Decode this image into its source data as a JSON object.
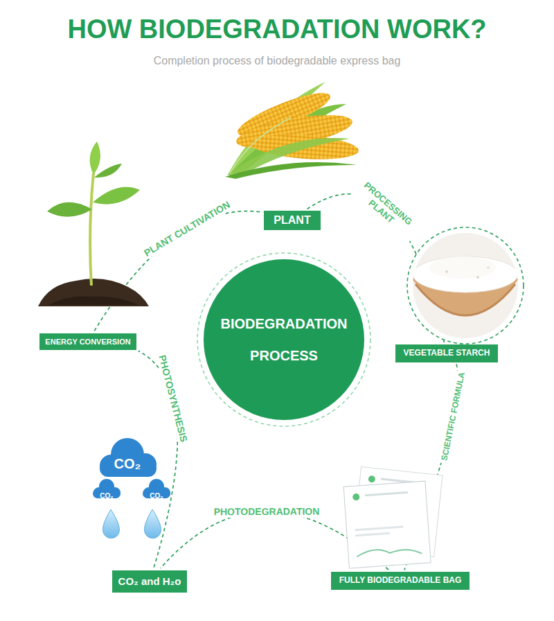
{
  "diagram": {
    "title": "HOW BIODEGRADATION WORK?",
    "caption": "Completion process of biodegradable express bag",
    "nodes": [
      {
        "text": [
          "PLANT"
        ]
      },
      {
        "text": [
          "ENERGY CONVERSION"
        ]
      },
      {
        "text": [
          "BIODEGRADATION PROCESS"
        ]
      },
      {
        "text": [
          "VEGETABLE STARCH"
        ]
      },
      {
        "text": [
          "CO₂ and H₂o"
        ]
      },
      {
        "text": [
          "FULLY BIODEGRADABLE BAG"
        ]
      }
    ],
    "edges": [
      {
        "from": 0,
        "to": 3,
        "label": "PROCESSING PLANT",
        "arrow": "none"
      },
      {
        "from": 3,
        "to": 5,
        "label": "SCIENTIFIC FORMULA",
        "arrow": "none"
      },
      {
        "from": 5,
        "to": 4,
        "label": "PHOTODEGRADATION",
        "arrow": "none"
      },
      {
        "from": 4,
        "to": 1,
        "label": "PHOTOSYNTHESIS",
        "arrow": "none"
      },
      {
        "from": 1,
        "to": 0,
        "label": "PLANT CULTIVATION",
        "arrow": "none"
      }
    ],
    "labels": [
      "CO₂",
      "CO₂",
      "CO₂"
    ]
  }
}
